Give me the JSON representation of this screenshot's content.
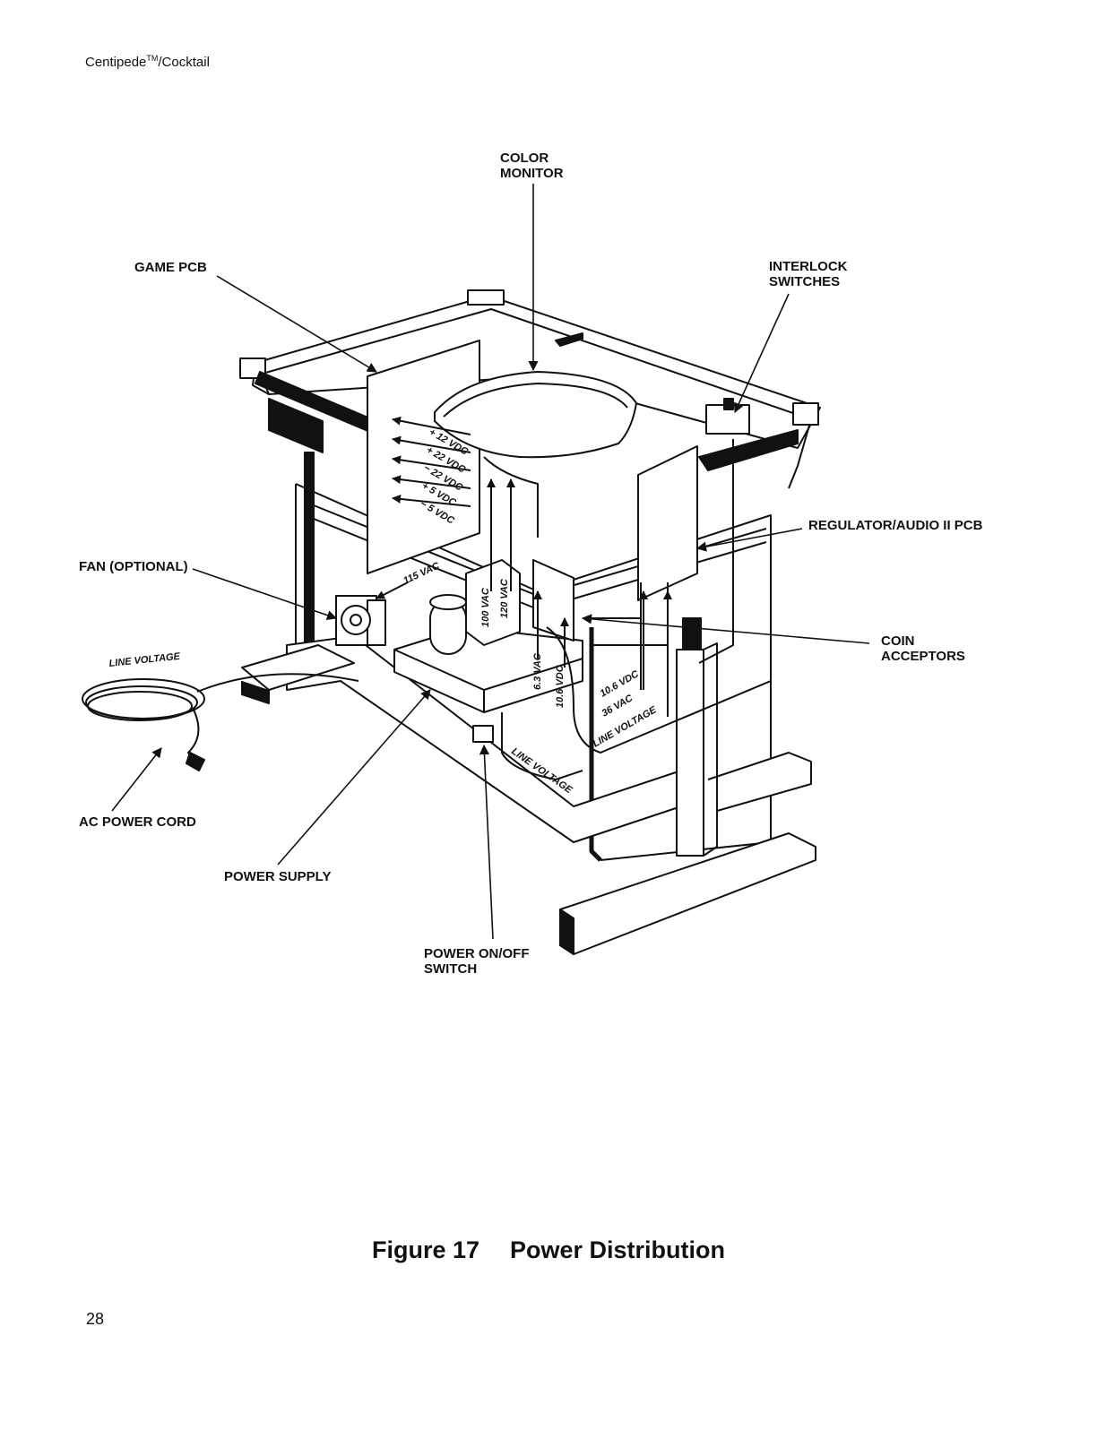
{
  "header": {
    "title": "Centipede",
    "tm": "TM",
    "suffix": "/Cocktail"
  },
  "labels": {
    "color_monitor": [
      "COLOR",
      "MONITOR"
    ],
    "game_pcb": "GAME PCB",
    "interlock": [
      "INTERLOCK",
      "SWITCHES"
    ],
    "regulator": "REGULATOR/AUDIO II PCB",
    "fan": "FAN (OPTIONAL)",
    "coin": [
      "COIN",
      "ACCEPTORS"
    ],
    "line_voltage_cord": "LINE VOLTAGE",
    "ac_cord": "AC POWER CORD",
    "power_supply": "POWER SUPPLY",
    "power_switch": [
      "POWER ON/OFF",
      "SWITCH"
    ]
  },
  "voltages": {
    "plus12": "+ 12 VDC",
    "plus22": "+ 22 VDC",
    "minus22": "− 22 VDC",
    "plus5": "+ 5 VDC",
    "minus5": "− 5 VDC",
    "vac115": "115 VAC",
    "vac100": "100 VAC",
    "vac120": "120 VAC",
    "vac63": "6.3 VAC",
    "vdc106a": "10.6 VDC",
    "vdc106b": "10.6 VDC",
    "vac36": "36 VAC",
    "line_voltage_right": "LINE VOLTAGE",
    "line_voltage_switch": "LINE VOLTAGE"
  },
  "caption": {
    "figure": "Figure 17",
    "title": "Power Distribution"
  },
  "page_number": "28"
}
